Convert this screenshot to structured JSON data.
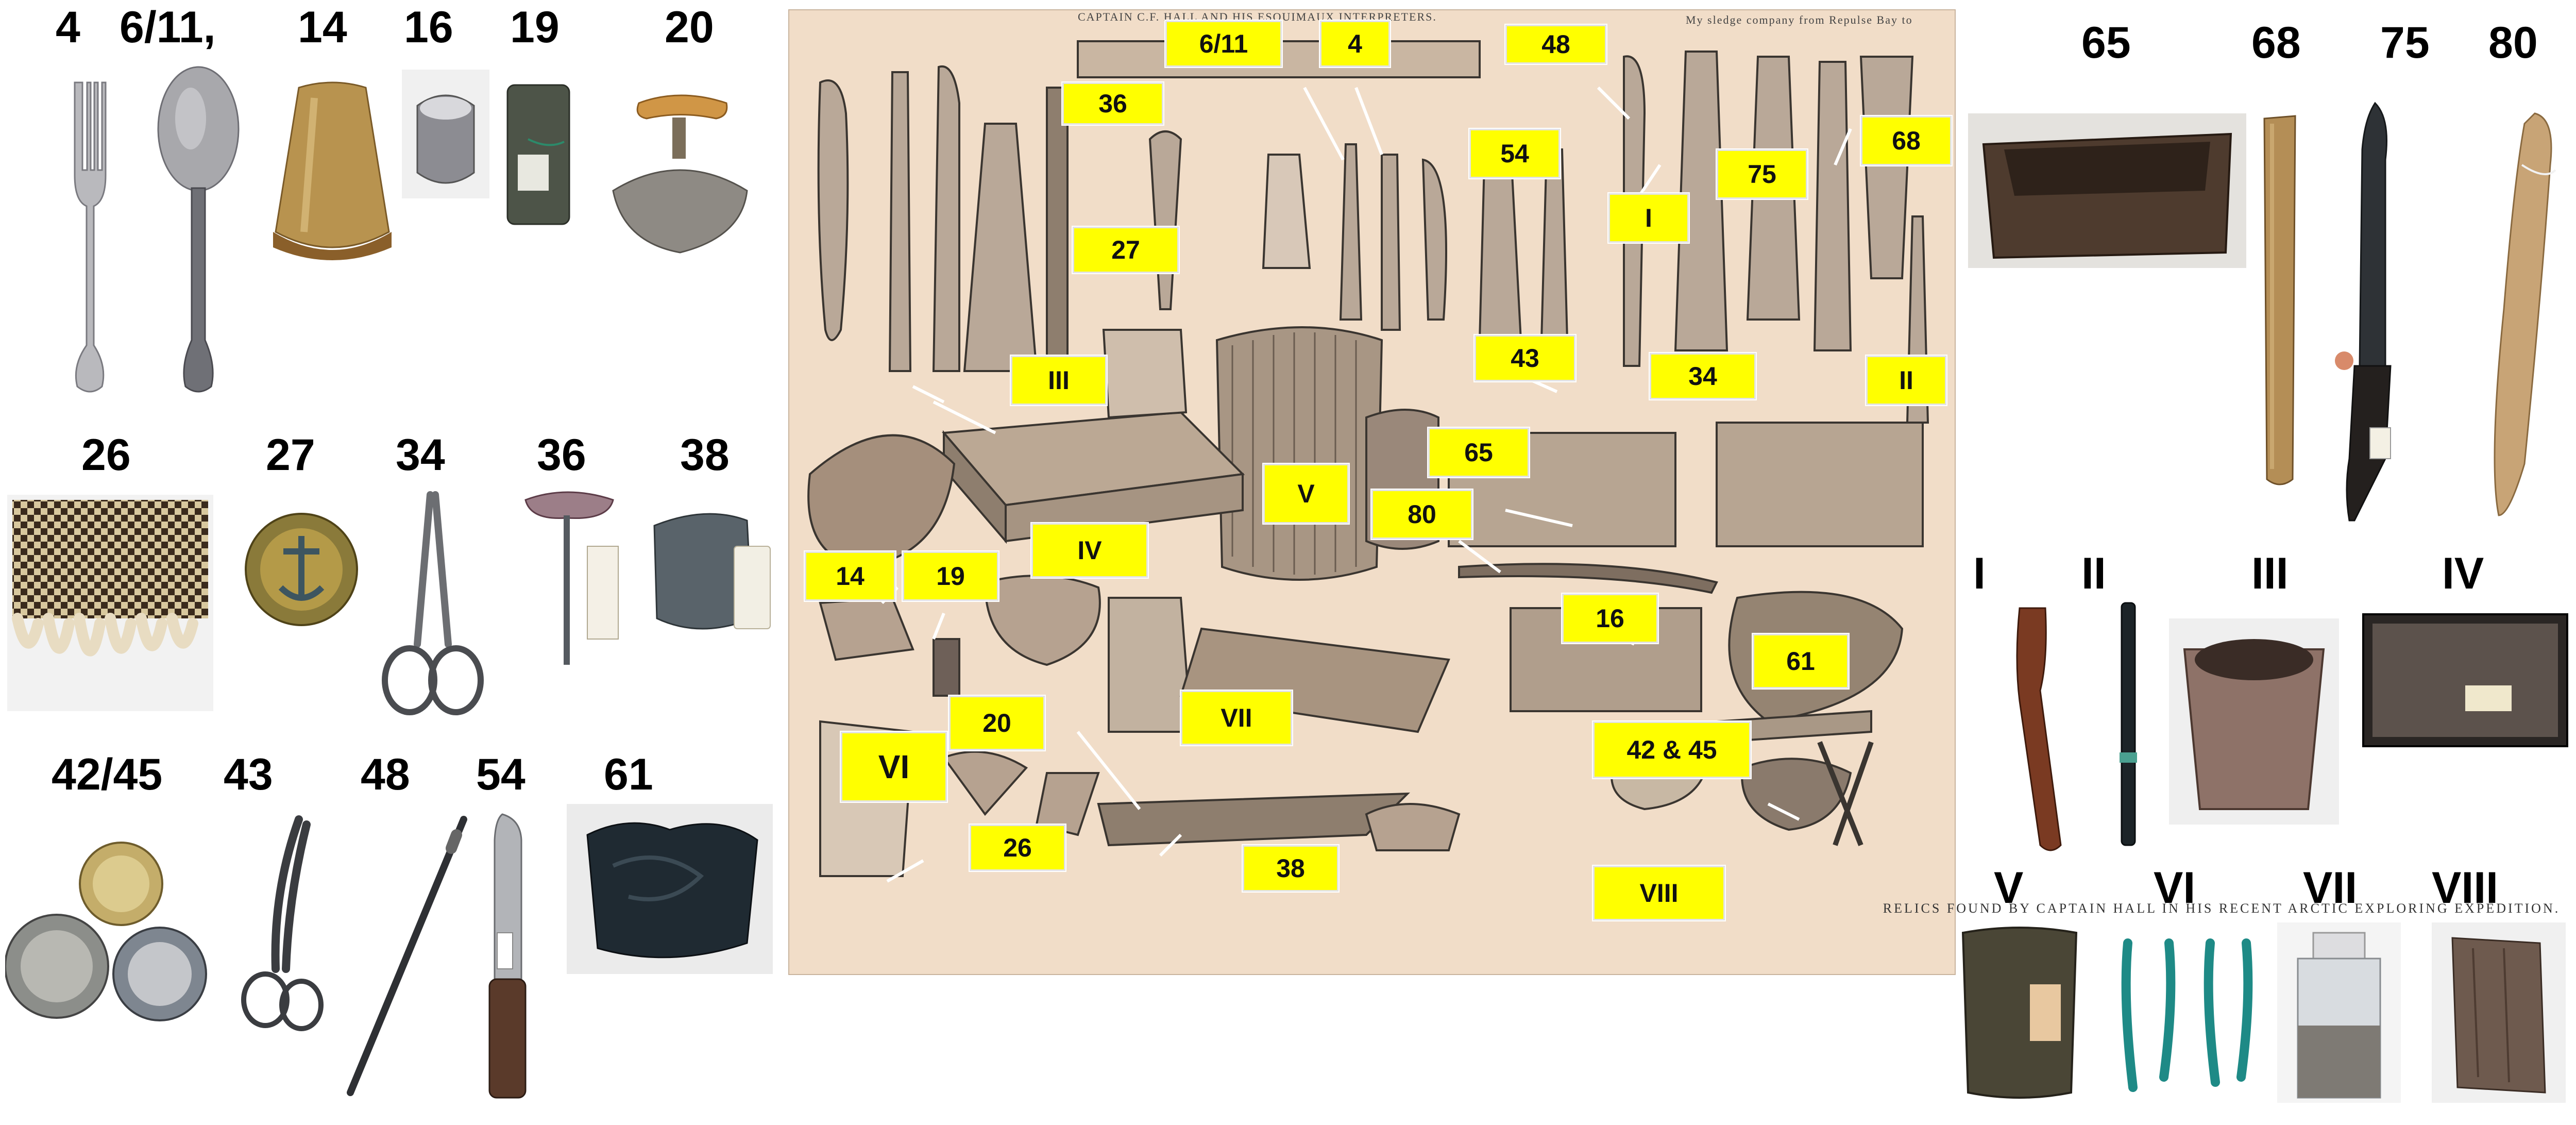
{
  "left_labels": {
    "l4": "4",
    "l6_11": "6/11,",
    "l14": "14",
    "l16": "16",
    "l19": "19",
    "l20": "20",
    "l26": "26",
    "l27": "27",
    "l34": "34",
    "l36": "36",
    "l38": "38",
    "l42_45": "42/45",
    "l43": "43",
    "l48": "48",
    "l54": "54",
    "l61": "61"
  },
  "right_labels": {
    "r65": "65",
    "r68": "68",
    "r75": "75",
    "r80": "80",
    "rI": "I",
    "rII": "II",
    "rIII": "III",
    "rIV": "IV",
    "rV": "V",
    "rVI": "VI",
    "rVII": "VII",
    "rVIII": "VIII"
  },
  "engraving": {
    "header_left": "CAPTAIN C.F. HALL AND HIS ESQUIMAUX INTERPRETERS.",
    "header_right": "My sledge company from Repulse Bay to",
    "caption": "RELICS FOUND BY CAPTAIN HALL IN HIS RECENT ARCTIC EXPLORING EXPEDITION.",
    "markers": {
      "m6_11": "6/11",
      "m4": "4",
      "m48": "48",
      "m36": "36",
      "m54": "54",
      "m75": "75",
      "m68": "68",
      "mI": "I",
      "m27": "27",
      "m43": "43",
      "m34": "34",
      "mIII": "III",
      "mII": "II",
      "m65": "65",
      "mV": "V",
      "m80": "80",
      "mIV": "IV",
      "m14": "14",
      "m19": "19",
      "m16": "16",
      "m61": "61",
      "mVII": "VII",
      "mVI": "VI",
      "m20": "20",
      "m42_45": "42 & 45",
      "m26": "26",
      "m38": "38",
      "mVIII": "VIII"
    }
  },
  "colors": {
    "marker": "#ffff00",
    "paper": "#f1ddc8",
    "ink": "#3a3530"
  }
}
